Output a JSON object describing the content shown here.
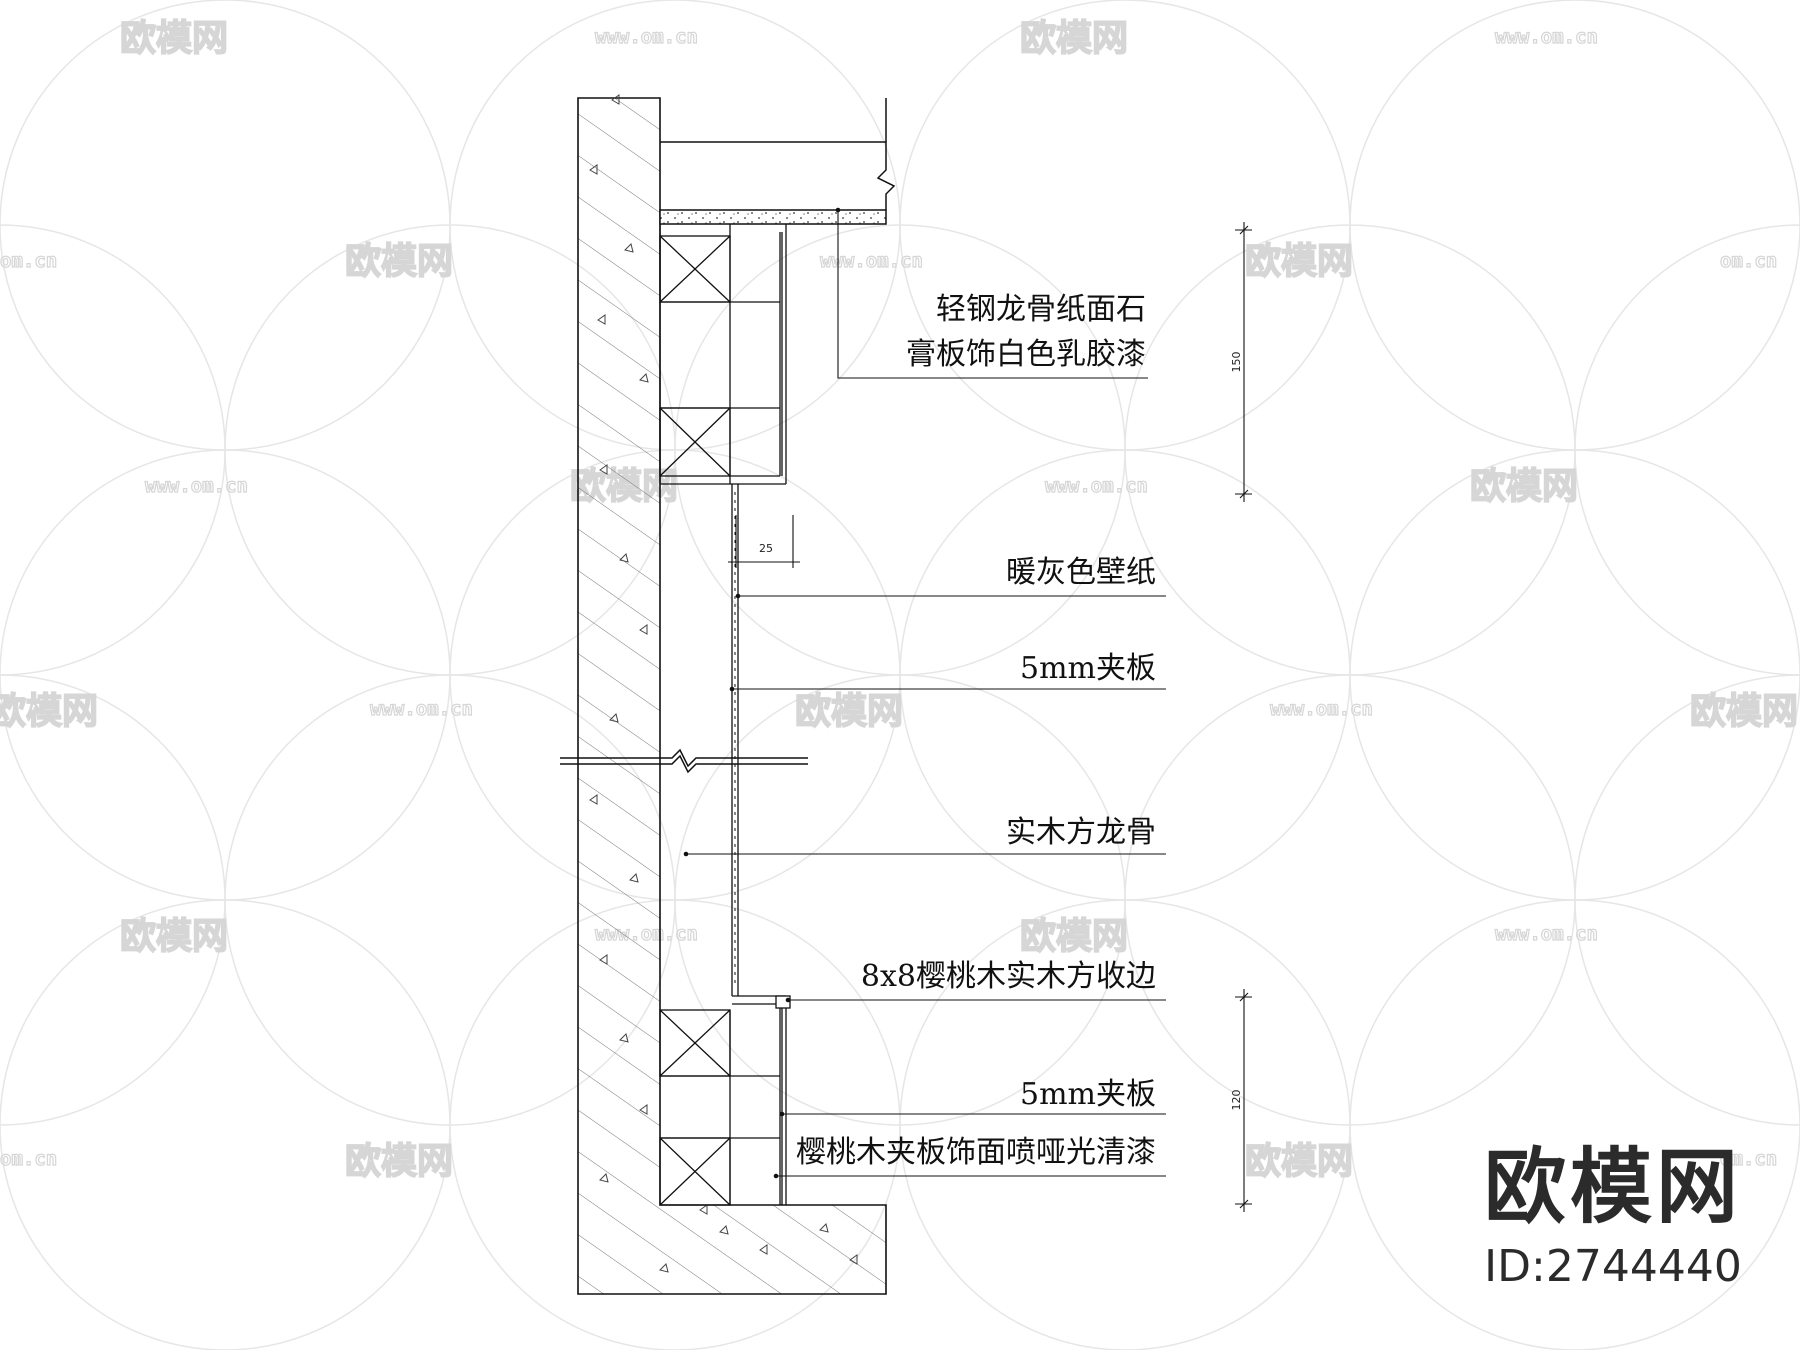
{
  "labels": {
    "ceiling_line1": "轻钢龙骨纸面石",
    "ceiling_line2": "膏板饰白色乳胶漆",
    "wallpaper": "暖灰色壁纸",
    "plywood_upper": "5mm夹板",
    "timber_frame": "实木方龙骨",
    "cherry_edge": "8x8樱桃木实木方收边",
    "plywood_lower": "5mm夹板",
    "cherry_finish": "樱桃木夹板饰面喷哑光清漆"
  },
  "dimensions": {
    "upper_height": "150",
    "gap": "25",
    "lower_height": "120"
  },
  "watermark": {
    "text": "欧模网",
    "url": "www.om.cn",
    "url_short": "om.cn",
    "brand_name": "欧模网",
    "brand_id": "ID:2744440"
  }
}
